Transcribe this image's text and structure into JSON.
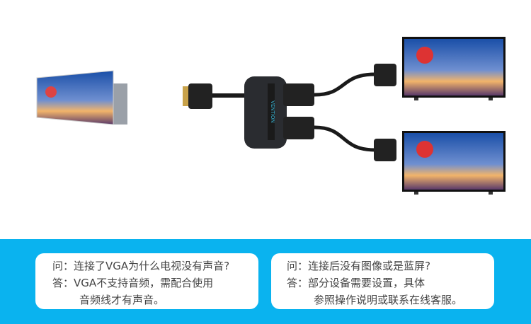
{
  "product": {
    "brand": "VENTION"
  },
  "faq": [
    {
      "q_prefix": "问：",
      "question": "连接了VGA为什么电视没有声音?",
      "a_prefix": "答：",
      "answer_line1": "VGA不支持音频，需配合使用",
      "answer_line2": "音频线才有声音。"
    },
    {
      "q_prefix": "问：",
      "question": "连接后没有图像或是蓝屏?",
      "a_prefix": "答：",
      "answer_line1": "部分设备需要设置，具体",
      "answer_line2": "参照操作说明或联系在线客服。"
    }
  ],
  "colors": {
    "band": "#0ab3ef",
    "card": "#ffffff"
  }
}
